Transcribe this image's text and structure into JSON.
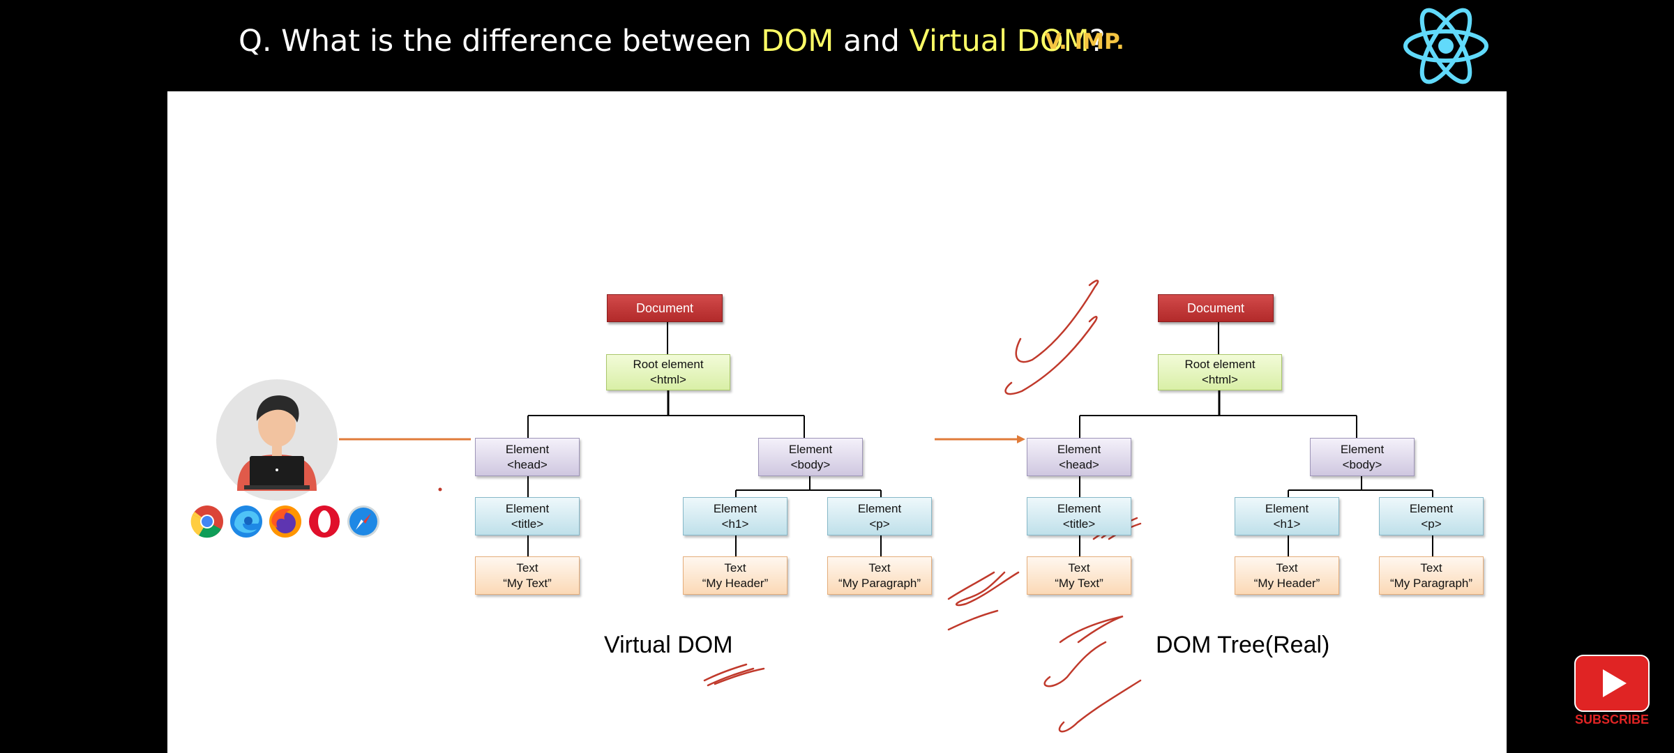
{
  "header": {
    "question_prefix": "Q. What is the difference between ",
    "term1": "DOM",
    "joiner": " and ",
    "term2": "Virtual DOM",
    "question_suffix": "?",
    "badge": "V. IMP.",
    "logo_icon": "react-logo-icon"
  },
  "colors": {
    "header_bg": "#000000",
    "title_text": "#ffffff",
    "title_highlight": "#ffff66",
    "badge": "#f5c542",
    "document_node": "#c0392b",
    "root_node": "#d9efa7",
    "element_head_body": "#cfc7e0",
    "element_leaf": "#bfe0ea",
    "text_node": "#fbd9b6",
    "arrow": "#e07b39",
    "annotation_ink": "#c0392b"
  },
  "virtual_dom": {
    "label": "Virtual DOM",
    "document": "Document",
    "root": [
      "Root element",
      "<html>"
    ],
    "head": [
      "Element",
      "<head>"
    ],
    "body": [
      "Element",
      "<body>"
    ],
    "title": [
      "Element",
      "<title>"
    ],
    "h1": [
      "Element",
      "<h1>"
    ],
    "p": [
      "Element",
      "<p>"
    ],
    "text_title": [
      "Text",
      "“My Text”"
    ],
    "text_h1": [
      "Text",
      "“My Header”"
    ],
    "text_p": [
      "Text",
      "“My Paragraph”"
    ]
  },
  "real_dom": {
    "label": "DOM Tree(Real)",
    "document": "Document",
    "root": [
      "Root element",
      "<html>"
    ],
    "head": [
      "Element",
      "<head>"
    ],
    "body": [
      "Element",
      "<body>"
    ],
    "title": [
      "Element",
      "<title>"
    ],
    "h1": [
      "Element",
      "<h1>"
    ],
    "p": [
      "Element",
      "<p>"
    ],
    "text_title": [
      "Text",
      "“My Text”"
    ],
    "text_h1": [
      "Text",
      "“My Header”"
    ],
    "text_p": [
      "Text",
      "“My Paragraph”"
    ]
  },
  "user": {
    "avatar_icon": "developer-avatar-icon"
  },
  "browsers": [
    "chrome-icon",
    "edge-icon",
    "firefox-icon",
    "opera-icon",
    "safari-icon"
  ],
  "subscribe": {
    "label": "SUBSCRIBE",
    "icon": "youtube-play-icon"
  }
}
